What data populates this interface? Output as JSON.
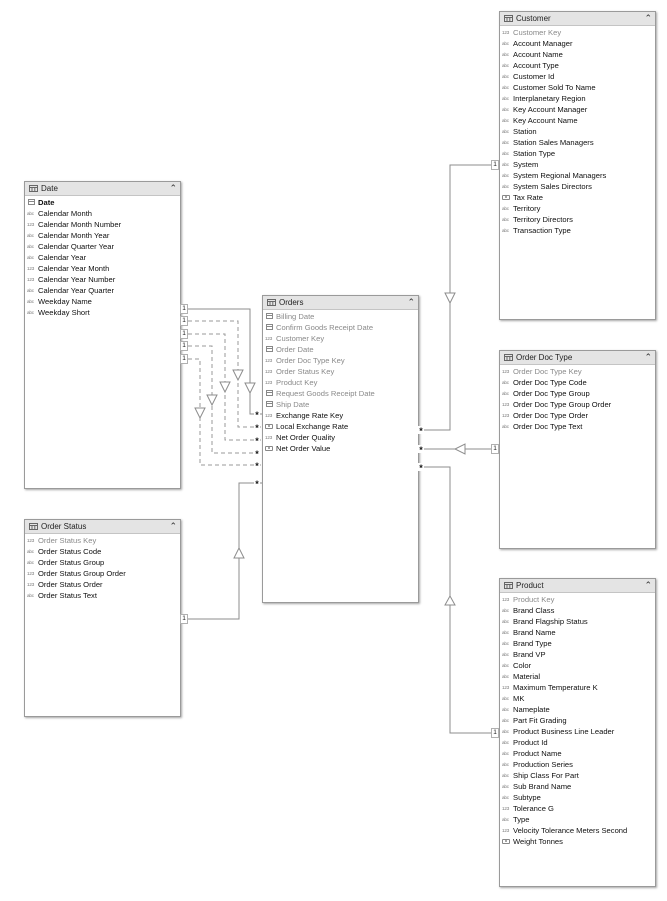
{
  "tables": {
    "customer": {
      "title": "Customer",
      "fields": [
        {
          "icon": "123",
          "label": "Customer Key",
          "style": "dim"
        },
        {
          "icon": "abc",
          "label": "Account Manager"
        },
        {
          "icon": "abc",
          "label": "Account Name"
        },
        {
          "icon": "abc",
          "label": "Account Type"
        },
        {
          "icon": "abc",
          "label": "Customer Id"
        },
        {
          "icon": "abc",
          "label": "Customer Sold To Name"
        },
        {
          "icon": "abc",
          "label": "Interplanetary Region"
        },
        {
          "icon": "abc",
          "label": "Key Account Manager"
        },
        {
          "icon": "abc",
          "label": "Key Account Name"
        },
        {
          "icon": "abc",
          "label": "Station"
        },
        {
          "icon": "abc",
          "label": "Station Sales Managers"
        },
        {
          "icon": "abc",
          "label": "Station Type"
        },
        {
          "icon": "abc",
          "label": "System"
        },
        {
          "icon": "abc",
          "label": "System Regional Managers"
        },
        {
          "icon": "abc",
          "label": "System Sales Directors"
        },
        {
          "icon": "money",
          "label": "Tax Rate"
        },
        {
          "icon": "abc",
          "label": "Territory"
        },
        {
          "icon": "abc",
          "label": "Territory Directors"
        },
        {
          "icon": "abc",
          "label": "Transaction Type"
        }
      ]
    },
    "date": {
      "title": "Date",
      "fields": [
        {
          "icon": "calendar",
          "label": "Date",
          "style": "bold"
        },
        {
          "icon": "abc",
          "label": "Calendar Month"
        },
        {
          "icon": "123",
          "label": "Calendar Month Number"
        },
        {
          "icon": "abc",
          "label": "Calendar Month Year"
        },
        {
          "icon": "abc",
          "label": "Calendar Quarter Year"
        },
        {
          "icon": "abc",
          "label": "Calendar Year"
        },
        {
          "icon": "123",
          "label": "Calendar Year Month"
        },
        {
          "icon": "123",
          "label": "Calendar Year Number"
        },
        {
          "icon": "abc",
          "label": "Calendar Year Quarter"
        },
        {
          "icon": "abc",
          "label": "Weekday Name"
        },
        {
          "icon": "abc",
          "label": "Weekday Short"
        }
      ]
    },
    "orders": {
      "title": "Orders",
      "fields": [
        {
          "icon": "calendar",
          "label": "Billing Date",
          "style": "dim"
        },
        {
          "icon": "calendar",
          "label": "Confirm Goods Receipt Date",
          "style": "dim"
        },
        {
          "icon": "123",
          "label": "Customer Key",
          "style": "dim"
        },
        {
          "icon": "calendar",
          "label": "Order Date",
          "style": "dim"
        },
        {
          "icon": "123",
          "label": "Order Doc Type Key",
          "style": "dim"
        },
        {
          "icon": "123",
          "label": "Order Status Key",
          "style": "dim"
        },
        {
          "icon": "123",
          "label": "Product Key",
          "style": "dim"
        },
        {
          "icon": "calendar",
          "label": "Request Goods Receipt Date",
          "style": "dim"
        },
        {
          "icon": "calendar",
          "label": "Ship Date",
          "style": "dim"
        },
        {
          "icon": "123",
          "label": "Exchange Rate Key"
        },
        {
          "icon": "money",
          "label": "Local Exchange Rate"
        },
        {
          "icon": "123",
          "label": "Net Order Quality"
        },
        {
          "icon": "money",
          "label": "Net Order Value"
        }
      ]
    },
    "order_doc_type": {
      "title": "Order Doc Type",
      "fields": [
        {
          "icon": "123",
          "label": "Order Doc Type Key",
          "style": "dim"
        },
        {
          "icon": "abc",
          "label": "Order Doc Type Code"
        },
        {
          "icon": "abc",
          "label": "Order Doc Type Group"
        },
        {
          "icon": "123",
          "label": "Order Doc Type Group Order"
        },
        {
          "icon": "123",
          "label": "Order Doc Type Order"
        },
        {
          "icon": "abc",
          "label": "Order Doc Type Text"
        }
      ]
    },
    "order_status": {
      "title": "Order Status",
      "fields": [
        {
          "icon": "123",
          "label": "Order Status Key",
          "style": "dim"
        },
        {
          "icon": "abc",
          "label": "Order Status Code"
        },
        {
          "icon": "abc",
          "label": "Order Status Group"
        },
        {
          "icon": "123",
          "label": "Order Status Group Order"
        },
        {
          "icon": "123",
          "label": "Order Status Order"
        },
        {
          "icon": "abc",
          "label": "Order Status Text"
        }
      ]
    },
    "product": {
      "title": "Product",
      "fields": [
        {
          "icon": "123",
          "label": "Product Key",
          "style": "dim"
        },
        {
          "icon": "abc",
          "label": "Brand Class"
        },
        {
          "icon": "abc",
          "label": "Brand Flagship Status"
        },
        {
          "icon": "abc",
          "label": "Brand Name"
        },
        {
          "icon": "abc",
          "label": "Brand Type"
        },
        {
          "icon": "abc",
          "label": "Brand VP"
        },
        {
          "icon": "abc",
          "label": "Color"
        },
        {
          "icon": "abc",
          "label": "Material"
        },
        {
          "icon": "123",
          "label": "Maximum Temperature K"
        },
        {
          "icon": "abc",
          "label": "MK"
        },
        {
          "icon": "abc",
          "label": "Nameplate"
        },
        {
          "icon": "abc",
          "label": "Part Fit Grading"
        },
        {
          "icon": "abc",
          "label": "Product Business Line Leader"
        },
        {
          "icon": "abc",
          "label": "Product Id"
        },
        {
          "icon": "abc",
          "label": "Product Name"
        },
        {
          "icon": "abc",
          "label": "Production Series"
        },
        {
          "icon": "abc",
          "label": "Ship Class For Part"
        },
        {
          "icon": "abc",
          "label": "Sub Brand Name"
        },
        {
          "icon": "abc",
          "label": "Subtype"
        },
        {
          "icon": "123",
          "label": "Tolerance G"
        },
        {
          "icon": "abc",
          "label": "Type"
        },
        {
          "icon": "123",
          "label": "Velocity Tolerance Meters Second"
        },
        {
          "icon": "money",
          "label": "Weight Tonnes"
        }
      ]
    }
  },
  "relationships": {
    "one_label": "1",
    "many_label": "*"
  },
  "colors": {
    "line": "#8c8c8c",
    "header_bg": "#e4e4e4",
    "dim_text": "#8a8a8a"
  }
}
